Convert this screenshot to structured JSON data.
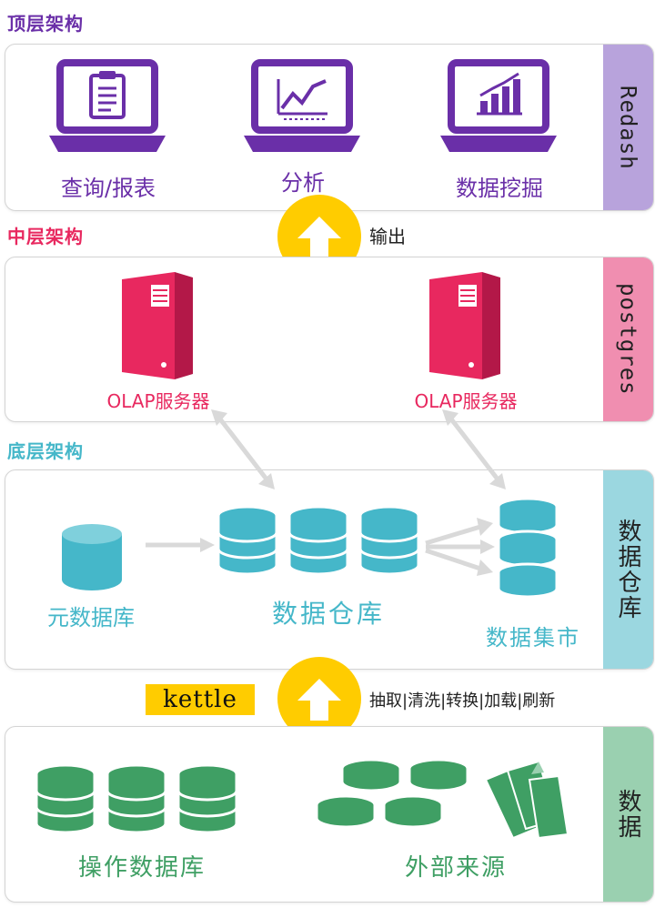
{
  "sections": {
    "top": "顶层架构",
    "middle": "中层架构",
    "bottom": "底层架构"
  },
  "top_panel": {
    "side_label": "Redash",
    "items": [
      "查询/报表",
      "分析",
      "数据挖掘"
    ]
  },
  "output_label": "输出",
  "middle_panel": {
    "side_label": "postgres",
    "servers": [
      "OLAP服务器",
      "OLAP服务器"
    ]
  },
  "warehouse_panel": {
    "side_label": "数据仓库",
    "meta_db": "元数据库",
    "warehouse": "数据仓库",
    "mart": "数据集市"
  },
  "etl": {
    "tool": "kettle",
    "steps": "抽取|清洗|转换|加载|刷新"
  },
  "data_panel": {
    "side_label": "数据",
    "operational_db": "操作数据库",
    "external": "外部来源"
  },
  "colors": {
    "purple": "#6a2fa8",
    "purple_side": "#b8a3dc",
    "pink": "#e8285f",
    "pink_side": "#f08eb0",
    "cyan": "#45b7c9",
    "cyan_side": "#9bd7e0",
    "green": "#3f9f64",
    "green_side": "#9ad0b0",
    "yellow": "#ffcc00"
  }
}
